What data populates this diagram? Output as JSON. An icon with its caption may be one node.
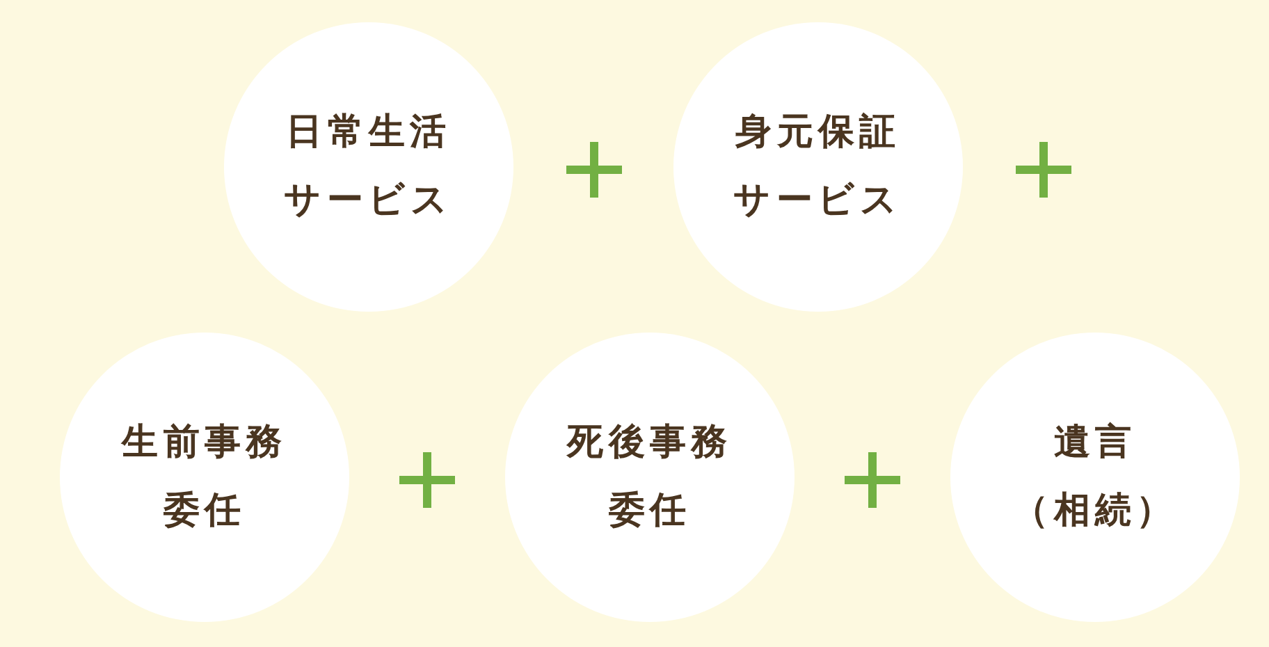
{
  "diagram": {
    "nodes": [
      {
        "text": [
          "日常生活サービス"
        ]
      },
      {
        "text": [
          "身元保証サービス"
        ]
      },
      {
        "text": [
          "生前事務委任"
        ]
      },
      {
        "text": [
          "死後事務委任"
        ]
      },
      {
        "text": [
          "遺言（相続）"
        ]
      }
    ]
  }
}
